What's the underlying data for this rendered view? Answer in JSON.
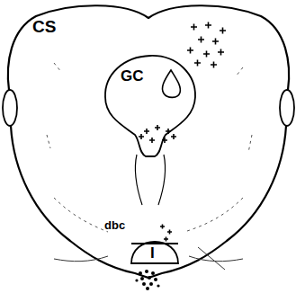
{
  "diagram": {
    "nodes": [
      {
        "text": [
          "GC"
        ]
      },
      {
        "text": [
          "I"
        ]
      }
    ],
    "labels": [
      "CS",
      "dbc"
    ]
  }
}
